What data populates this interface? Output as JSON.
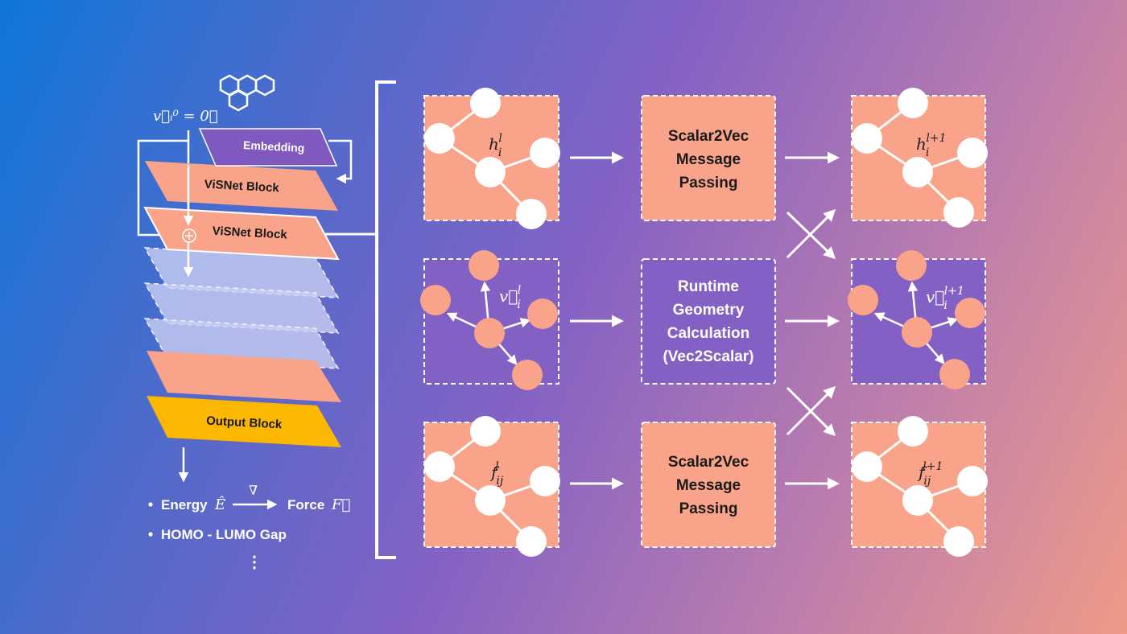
{
  "colors": {
    "salmon": "#f9a48a",
    "purple": "#8360c4",
    "output": "#fcb700",
    "embedding": "#8059c0",
    "pale": "#c6cdf2"
  },
  "stack": {
    "init_formula": "v⃗ᵢ⁰ = 0⃗",
    "embedding_label": "Embedding",
    "visnet_block_1": "ViSNet Block",
    "visnet_block_2": "ViSNet Block",
    "output_block": "Output Block",
    "molecule_icon": "hexagon-molecule-icon",
    "sum_icon": "circle-plus-icon"
  },
  "outputs": {
    "energy": "Energy",
    "energy_symbol": "Ê",
    "gradient_symbol": "∇",
    "force": "Force",
    "force_symbol": "F⃗",
    "homo_lumo": "HOMO - LUMO Gap",
    "more": "⋮"
  },
  "graphs": {
    "h_in": {
      "base": "h",
      "sub": "i",
      "sup": "l"
    },
    "v_in": {
      "base": "v⃗",
      "sub": "i",
      "sup": "l"
    },
    "f_in": {
      "base": "f",
      "sub": "ij",
      "sup": "l"
    },
    "h_out": {
      "base": "h",
      "sub": "i",
      "sup": "l+1"
    },
    "v_out": {
      "base": "v⃗",
      "sub": "i",
      "sup": "l+1"
    },
    "f_out": {
      "base": "f",
      "sub": "ij",
      "sup": "l+1"
    }
  },
  "operations": {
    "top": [
      "Scalar2Vec",
      "Message",
      "Passing"
    ],
    "middle": [
      "Runtime",
      "Geometry",
      "Calculation",
      "(Vec2Scalar)"
    ],
    "bottom": [
      "Scalar2Vec",
      "Message",
      "Passing"
    ]
  }
}
